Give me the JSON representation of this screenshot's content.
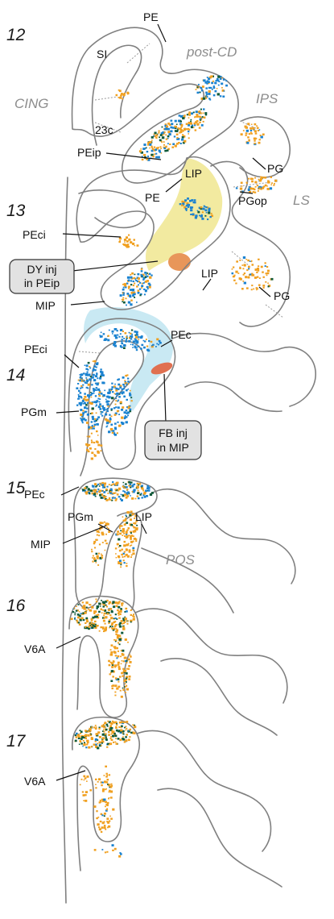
{
  "sections": [
    "12",
    "13",
    "14",
    "15",
    "16",
    "17"
  ],
  "sulci": [
    "post-CD",
    "CING",
    "IPS",
    "LS",
    "POS"
  ],
  "areas": {
    "pe": "PE",
    "si": "SI",
    "a23c": "23c",
    "peip": "PEip",
    "lip": "LIP",
    "pg": "PG",
    "pgop": "PGop",
    "peci": "PEci",
    "mip": "MIP",
    "pec": "PEc",
    "pgm": "PGm",
    "v6a": "V6A"
  },
  "injections": {
    "dy": {
      "line1": "DY inj",
      "line2": "in PEip"
    },
    "fb": {
      "line1": "FB inj",
      "line2": "in MIP"
    }
  },
  "colors": {
    "dy_injection_zone": "#f2eaa0",
    "dy_core": "#e8965a",
    "fb_injection_zone": "#c9e9f3",
    "fb_core": "#e07050",
    "dy_labeled_cells": "#f0a020",
    "fb_labeled_cells": "#1a82d0",
    "double_labeled_cells": "#0f5a3a",
    "section_outline": "#808080"
  }
}
